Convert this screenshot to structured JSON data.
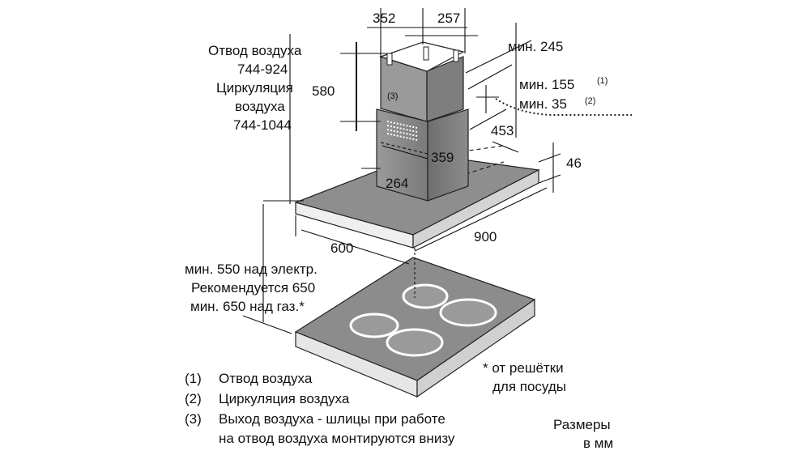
{
  "labels": {
    "exhaust_title": "Отвод воздуха",
    "exhaust_range": "744-924",
    "recirc_title_1": "Циркуляция",
    "recirc_title_2": "воздуха",
    "recirc_range": "744-1044",
    "height_upper": "580",
    "ref_3": "(3)",
    "min_245": "мин. 245",
    "min_155": "мин. 155",
    "note_1": "(1)",
    "min_35": "мин. 35",
    "note_2": "(2)",
    "depth_453": "453",
    "chimney_359": "359",
    "chimney_264": "264",
    "canopy_46": "46",
    "width_600": "600",
    "width_900": "900",
    "top_352": "352",
    "top_257": "257",
    "above_electric": "мин. 550 над электр.",
    "recommended": "Рекомендуется 650",
    "above_gas": "мин. 650 над газ.*",
    "from_grate_1": "* от решётки",
    "from_grate_2": "для посуды",
    "units_1": "Размеры",
    "units_2": "в мм"
  },
  "legend": [
    {
      "num": "(1)",
      "text": "Отвод воздуха"
    },
    {
      "num": "(2)",
      "text": "Циркуляция воздуха"
    },
    {
      "num": "(3)",
      "text": "Выход воздуха - шлицы при работе"
    },
    {
      "num": "",
      "text": "на отвод воздуха монтируются внизу"
    }
  ],
  "colors": {
    "surface_gray": "#8c8c8c",
    "chimney_gray": "#8a8a8a",
    "canopy_gray": "#8e8e8e"
  }
}
